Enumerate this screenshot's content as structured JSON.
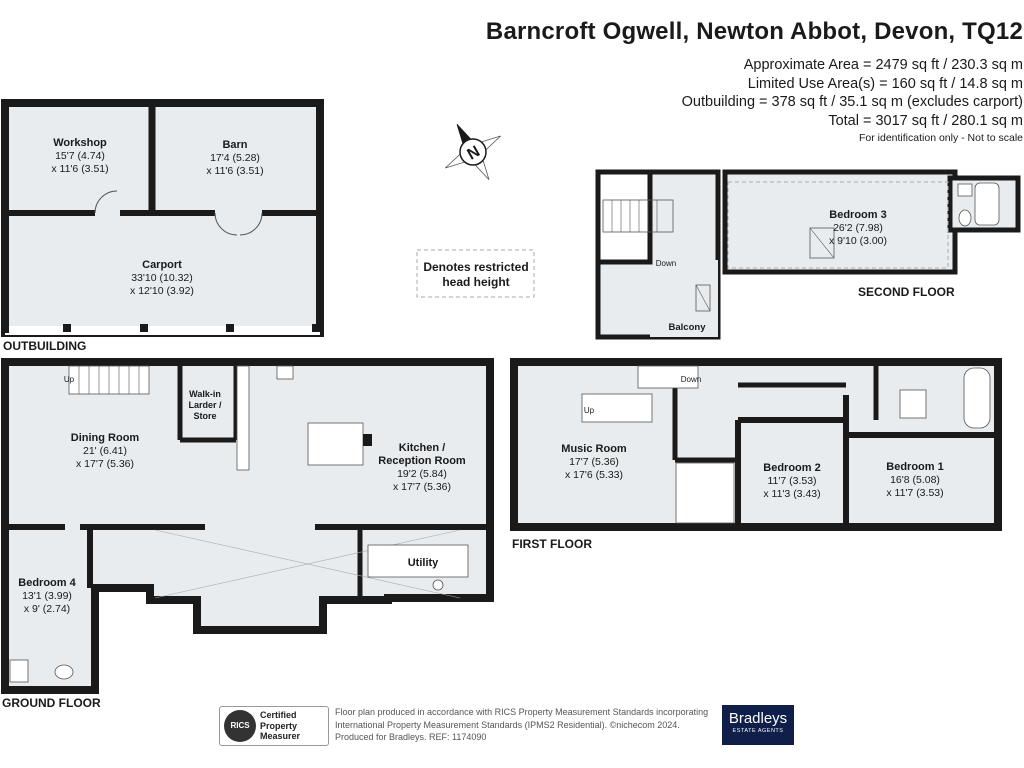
{
  "header": {
    "title": "Barncroft Ogwell, Newton Abbot, Devon, TQ12",
    "areas": [
      "Approximate Area = 2479 sq ft / 230.3 sq m",
      "Limited Use Area(s) = 160 sq ft / 14.8 sq m",
      "Outbuilding = 378 sq ft / 35.1 sq m  (excludes carport)",
      "Total = 3017 sq ft / 280.1 sq m"
    ],
    "disclaimer": "For identification only - Not to scale"
  },
  "compass": {
    "label": "N"
  },
  "legend": {
    "restricted_line1": "Denotes restricted",
    "restricted_line2": "head height"
  },
  "floors": {
    "outbuilding": "OUTBUILDING",
    "ground": "GROUND FLOOR",
    "first": "FIRST FLOOR",
    "second": "SECOND FLOOR"
  },
  "rooms": {
    "workshop": {
      "name": "Workshop",
      "dim1": "15'7 (4.74)",
      "dim2": "x 11'6 (3.51)"
    },
    "barn": {
      "name": "Barn",
      "dim1": "17'4 (5.28)",
      "dim2": "x 11'6 (3.51)"
    },
    "carport": {
      "name": "Carport",
      "dim1": "33'10 (10.32)",
      "dim2": "x 12'10 (3.92)"
    },
    "bedroom3": {
      "name": "Bedroom 3",
      "dim1": "26'2 (7.98)",
      "dim2": "x 9'10 (3.00)"
    },
    "dining": {
      "name": "Dining Room",
      "dim1": "21' (6.41)",
      "dim2": "x 17'7 (5.36)"
    },
    "larder": {
      "l1": "Walk-in",
      "l2": "Larder /",
      "l3": "Store"
    },
    "kitchen": {
      "name1": "Kitchen /",
      "name2": "Reception Room",
      "dim1": "19'2 (5.84)",
      "dim2": "x 17'7 (5.36)"
    },
    "bedroom4": {
      "name": "Bedroom 4",
      "dim1": "13'1 (3.99)",
      "dim2": "x 9' (2.74)"
    },
    "utility": {
      "name": "Utility"
    },
    "music": {
      "name": "Music Room",
      "dim1": "17'7 (5.36)",
      "dim2": "x 17'6 (5.33)"
    },
    "bedroom2": {
      "name": "Bedroom 2",
      "dim1": "11'7 (3.53)",
      "dim2": "x 11'3 (3.43)"
    },
    "bedroom1": {
      "name": "Bedroom 1",
      "dim1": "16'8 (5.08)",
      "dim2": "x 11'7 (3.53)"
    },
    "balcony": {
      "name": "Balcony"
    }
  },
  "stairs": {
    "up": "Up",
    "down": "Down"
  },
  "footer": {
    "line1": "Floor plan produced in accordance with RICS Property Measurement Standards incorporating",
    "line2": "International Property Measurement Standards (IPMS2 Residential).  ©nichecom 2024.",
    "line3": "Produced for Bradleys.   REF:  1174090",
    "rics_mark": "RICS",
    "rics_line1": "Certified",
    "rics_line2": "Property",
    "rics_line3": "Measurer",
    "brand_name": "Bradleys",
    "brand_tag": "ESTATE AGENTS"
  },
  "colors": {
    "floor": "#e8ecef",
    "wall": "#1a1a1a",
    "brand": "#0f1f4a"
  }
}
